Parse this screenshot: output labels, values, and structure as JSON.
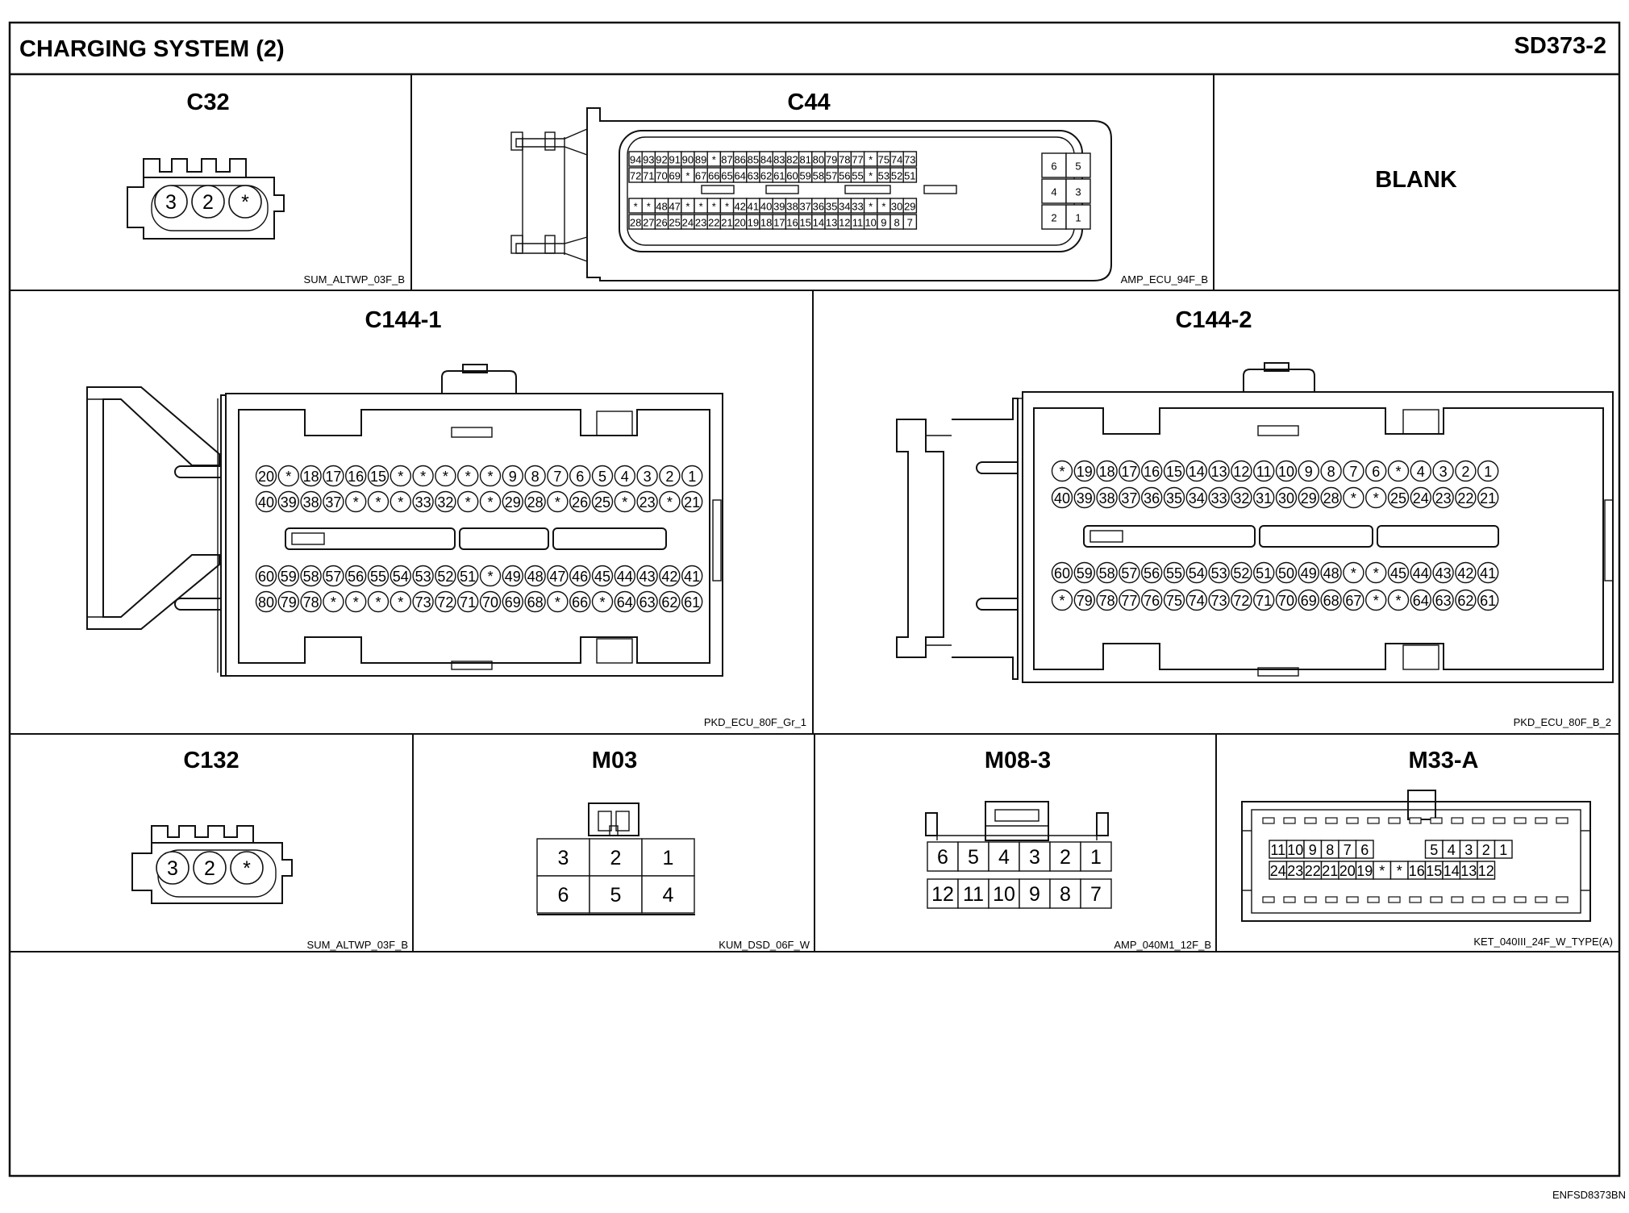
{
  "header": {
    "title": "CHARGING SYSTEM (2)",
    "page_code": "SD373-2"
  },
  "footer_code": "ENFSD8373BN",
  "connectors": {
    "c32": {
      "title": "C32",
      "code": "SUM_ALTWP_03F_B",
      "pins": [
        "3",
        "2",
        "*"
      ]
    },
    "c44": {
      "title": "C44",
      "code": "AMP_ECU_94F_B",
      "rows": [
        [
          "94",
          "93",
          "92",
          "91",
          "90",
          "89",
          "*",
          "87",
          "86",
          "85",
          "84",
          "83",
          "82",
          "81",
          "80",
          "79",
          "78",
          "77",
          "*",
          "75",
          "74",
          "73"
        ],
        [
          "72",
          "71",
          "70",
          "69",
          "*",
          "67",
          "66",
          "65",
          "64",
          "63",
          "62",
          "61",
          "60",
          "59",
          "58",
          "57",
          "56",
          "55",
          "*",
          "53",
          "52",
          "51"
        ],
        [
          "*",
          "*",
          "48",
          "47",
          "*",
          "*",
          "*",
          "*",
          "42",
          "41",
          "40",
          "39",
          "38",
          "37",
          "36",
          "35",
          "34",
          "33",
          "*",
          "*",
          "30",
          "29"
        ],
        [
          "28",
          "27",
          "26",
          "25",
          "24",
          "23",
          "22",
          "21",
          "20",
          "19",
          "18",
          "17",
          "16",
          "15",
          "14",
          "13",
          "12",
          "11",
          "10",
          "9",
          "8",
          "7"
        ]
      ],
      "side_rows": [
        [
          "6",
          "5"
        ],
        [
          "4",
          "3"
        ],
        [
          "2",
          "1"
        ]
      ]
    },
    "blank": {
      "label": "BLANK"
    },
    "c144_1": {
      "title": "C144-1",
      "code": "PKD_ECU_80F_Gr_1",
      "rows": [
        [
          "20",
          "*",
          "18",
          "17",
          "16",
          "15",
          "*",
          "*",
          "*",
          "*",
          "*",
          "9",
          "8",
          "7",
          "6",
          "5",
          "4",
          "3",
          "2",
          "1"
        ],
        [
          "40",
          "39",
          "38",
          "37",
          "*",
          "*",
          "*",
          "33",
          "32",
          "*",
          "*",
          "29",
          "28",
          "*",
          "26",
          "25",
          "*",
          "23",
          "*",
          "21"
        ],
        [
          "60",
          "59",
          "58",
          "57",
          "56",
          "55",
          "54",
          "53",
          "52",
          "51",
          "*",
          "49",
          "48",
          "47",
          "46",
          "45",
          "44",
          "43",
          "42",
          "41"
        ],
        [
          "80",
          "79",
          "78",
          "*",
          "*",
          "*",
          "*",
          "73",
          "72",
          "71",
          "70",
          "69",
          "68",
          "*",
          "66",
          "*",
          "64",
          "63",
          "62",
          "61"
        ]
      ]
    },
    "c144_2": {
      "title": "C144-2",
      "code": "PKD_ECU_80F_B_2",
      "rows": [
        [
          "*",
          "19",
          "18",
          "17",
          "16",
          "15",
          "14",
          "13",
          "12",
          "11",
          "10",
          "9",
          "8",
          "7",
          "6",
          "*",
          "4",
          "3",
          "2",
          "1"
        ],
        [
          "40",
          "39",
          "38",
          "37",
          "36",
          "35",
          "34",
          "33",
          "32",
          "31",
          "30",
          "29",
          "28",
          "*",
          "*",
          "25",
          "24",
          "23",
          "22",
          "21"
        ],
        [
          "60",
          "59",
          "58",
          "57",
          "56",
          "55",
          "54",
          "53",
          "52",
          "51",
          "50",
          "49",
          "48",
          "*",
          "*",
          "45",
          "44",
          "43",
          "42",
          "41"
        ],
        [
          "*",
          "79",
          "78",
          "77",
          "76",
          "75",
          "74",
          "73",
          "72",
          "71",
          "70",
          "69",
          "68",
          "67",
          "*",
          "*",
          "64",
          "63",
          "62",
          "61"
        ]
      ]
    },
    "c132": {
      "title": "C132",
      "code": "SUM_ALTWP_03F_B",
      "pins": [
        "3",
        "2",
        "*"
      ]
    },
    "m03": {
      "title": "M03",
      "code": "KUM_DSD_06F_W",
      "rows": [
        [
          "3",
          "2",
          "1"
        ],
        [
          "6",
          "5",
          "4"
        ]
      ]
    },
    "m08_3": {
      "title": "M08-3",
      "code": "AMP_040M1_12F_B",
      "rows": [
        [
          "6",
          "5",
          "4",
          "3",
          "2",
          "1"
        ],
        [
          "12",
          "11",
          "10",
          "9",
          "8",
          "7"
        ]
      ]
    },
    "m33_a": {
      "title": "M33-A",
      "code": "KET_040III_24F_W_TYPE(A)",
      "rows": [
        [
          "11",
          "10",
          "9",
          "8",
          "7",
          "6",
          "",
          "",
          "",
          "5",
          "4",
          "3",
          "2",
          "1"
        ],
        [
          "24",
          "23",
          "22",
          "21",
          "20",
          "19",
          "*",
          "*",
          "16",
          "15",
          "14",
          "13",
          "12"
        ]
      ]
    }
  }
}
